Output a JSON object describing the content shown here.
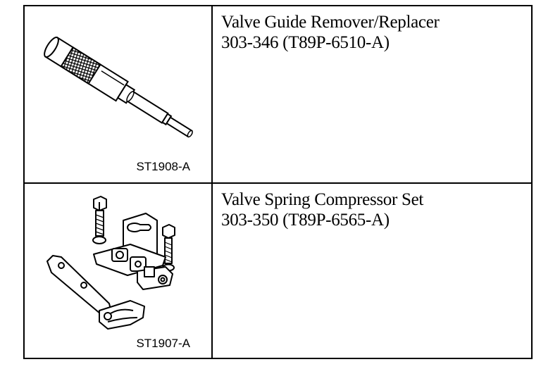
{
  "tools": [
    {
      "name": "Valve Guide Remover/Replacer",
      "part_number": "303-346 (T89P-6510-A)",
      "figure_code": "ST1908-A",
      "icon": "valve-guide-remover-replacer-illustration"
    },
    {
      "name": "Valve Spring Compressor Set",
      "part_number": "303-350 (T89P-6565-A)",
      "figure_code": "ST1907-A",
      "icon": "valve-spring-compressor-set-illustration"
    }
  ]
}
